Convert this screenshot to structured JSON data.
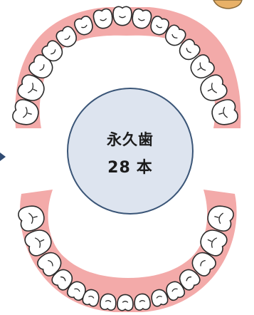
{
  "diagram": {
    "title": "永久歯",
    "count": "28",
    "unit": "本"
  },
  "colors": {
    "gum": "#f3aaa9",
    "tooth_fill": "#ffffff",
    "tooth_outline": "#2a2a2a",
    "circle_fill": "#dde4ef",
    "circle_stroke": "#3a5577",
    "pointer": "#2f4a72",
    "corner_decoration": "#e8b168"
  },
  "icons": {
    "pointer": "left-pointer-arrow-icon",
    "corner": "corner-decoration-icon"
  }
}
